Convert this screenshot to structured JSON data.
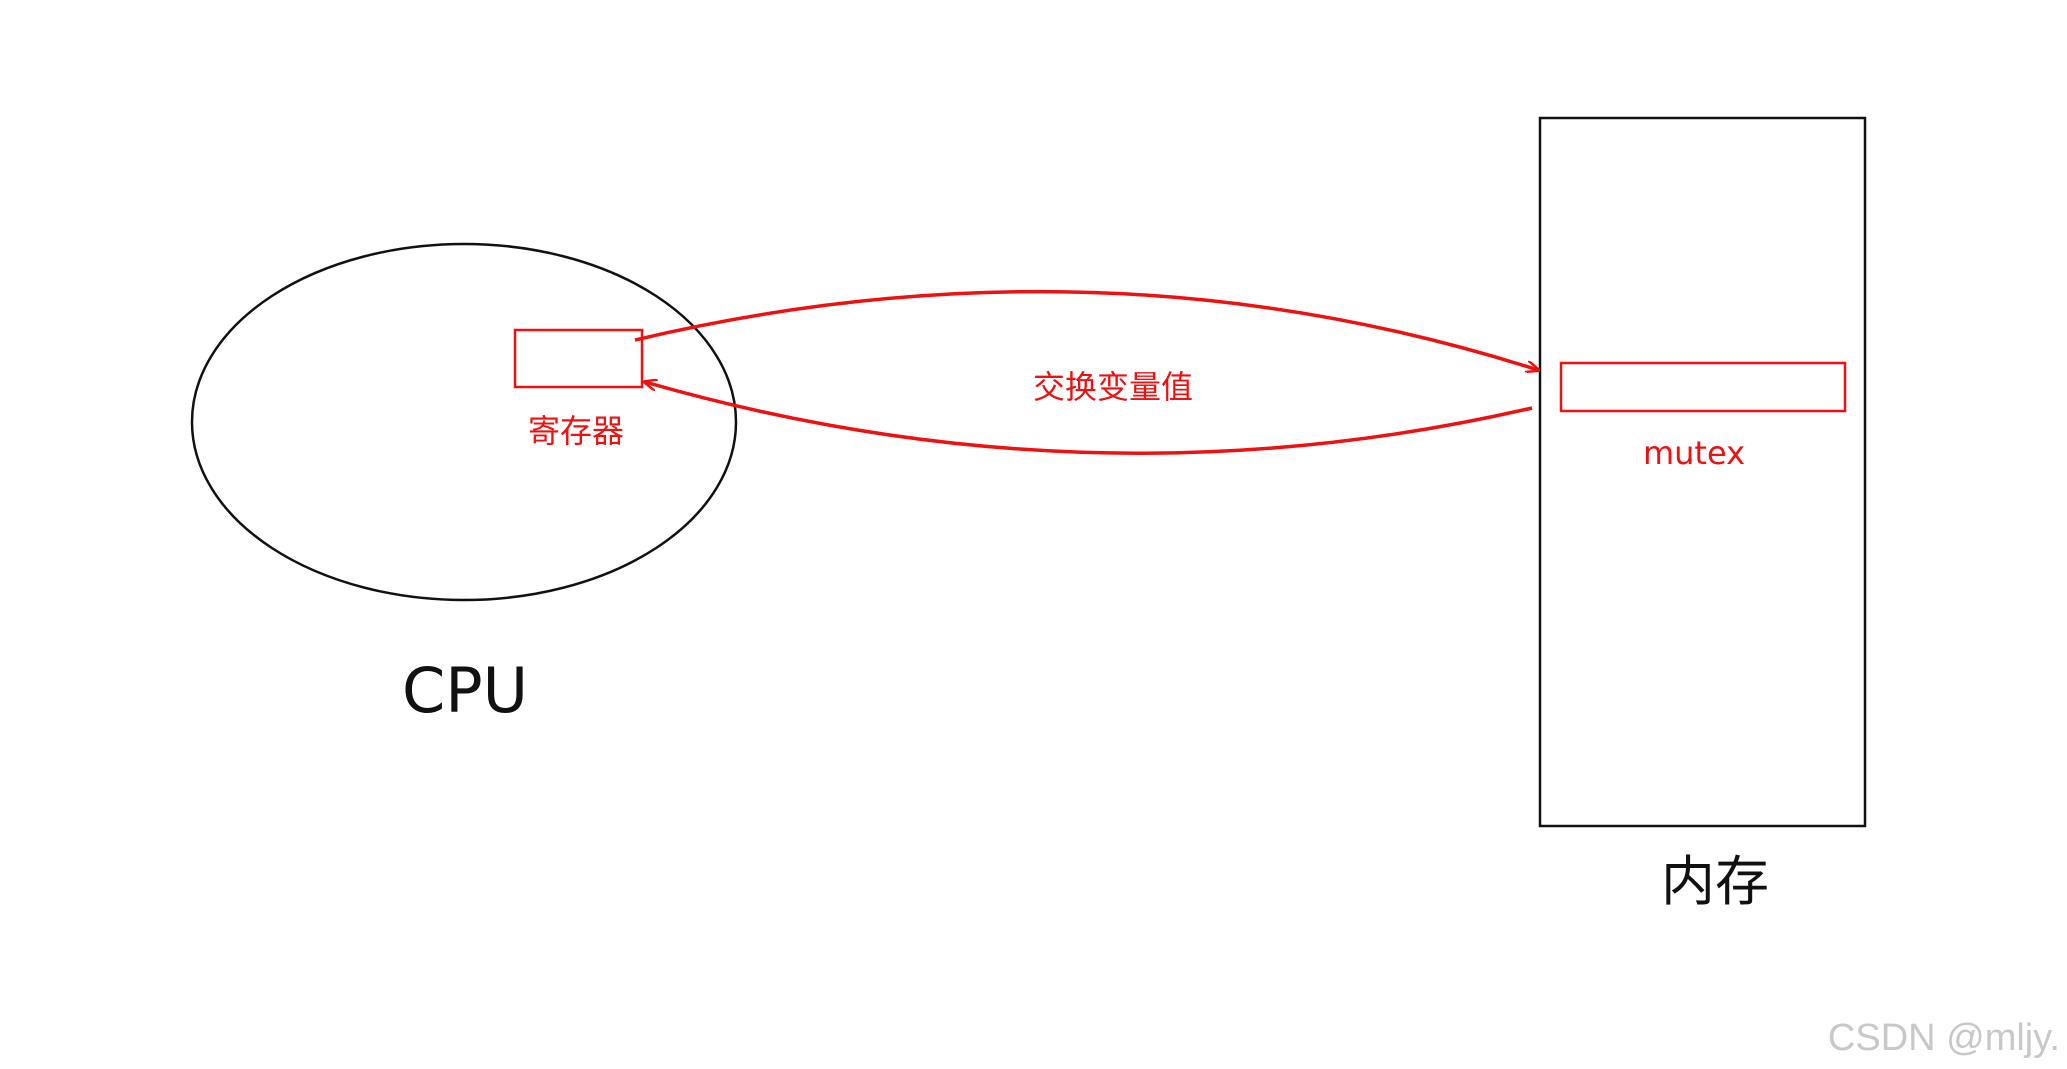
{
  "labels": {
    "cpu": "CPU",
    "register": "寄存器",
    "memory": "内存",
    "mutex": "mutex",
    "swap": "交换变量值"
  },
  "watermark": "CSDN @mljy.",
  "colors": {
    "stroke": "#111111",
    "accent": "#ee1111",
    "watermark": "#c8c8c8"
  }
}
